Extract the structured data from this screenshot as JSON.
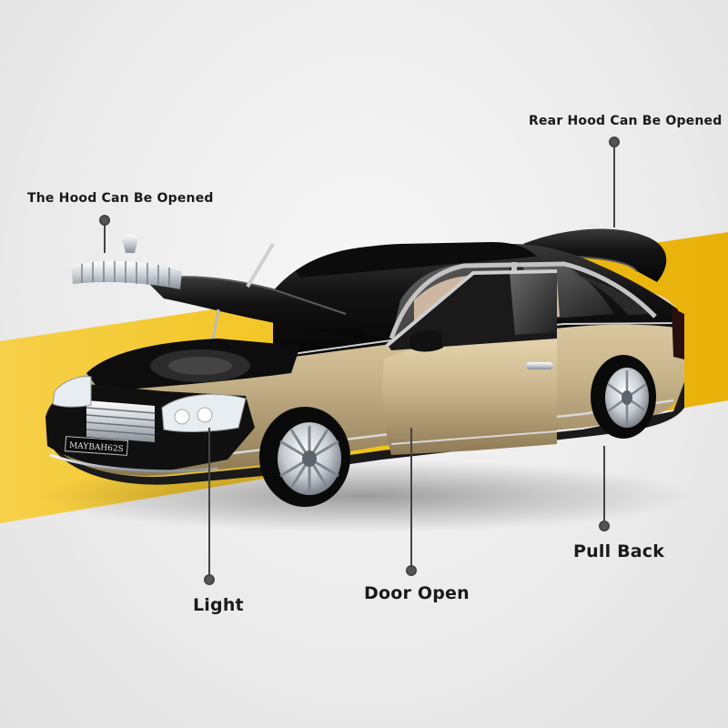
{
  "callouts": {
    "hood": "The Hood Can Be Opened",
    "rear_hood": "Rear Hood Can Be Opened",
    "light": "Light",
    "door": "Door Open",
    "pull_back": "Pull Back"
  },
  "car": {
    "plate": "MAYBAH62S"
  },
  "colors": {
    "background": "#ececec",
    "accent_stripe": "#f2c21b",
    "car_gold": "#c9b58c",
    "car_black": "#141414",
    "chrome": "#d9dde2",
    "leader_dot": "#555555"
  }
}
